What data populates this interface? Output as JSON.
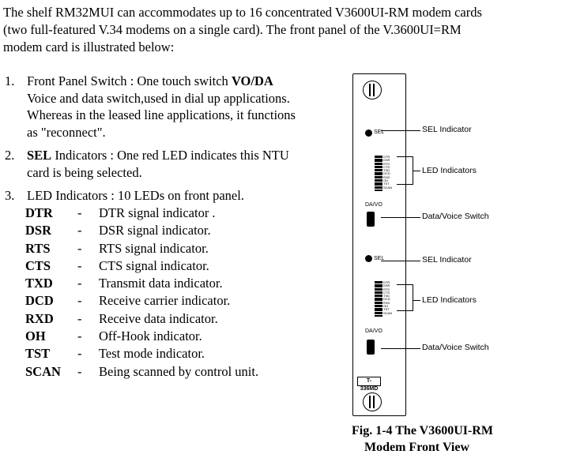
{
  "intro": [
    "The shelf RM32MUI can accommodates up to 16 concentrated V3600UI-RM modem cards",
    "(two full-featured V.34 modems on a single card). The front panel of the V.3600UI=RM",
    "modem card is illustrated below:"
  ],
  "items": {
    "one": {
      "num": "1.",
      "prefix": "Front Panel Switch : One touch switch ",
      "bold": "VO/DA",
      "line2": "Voice and data switch,used in dial up applications.",
      "line3": "Whereas in the leased line applications, it functions",
      "line4": "as \"reconnect\"."
    },
    "two": {
      "num": "2.",
      "bold": "SEL",
      "rest": " Indicators : One red LED indicates this NTU",
      "line2": "card is being selected."
    },
    "three": {
      "num": "3.",
      "text": "LED Indicators : 10 LEDs on front panel."
    }
  },
  "leds": [
    {
      "abbr": "DTR",
      "dash": "-",
      "desc": "DTR signal indicator ."
    },
    {
      "abbr": "DSR",
      "dash": "-",
      "desc": "DSR signal indicator."
    },
    {
      "abbr": "RTS",
      "dash": "-",
      "desc": "RTS signal indicator."
    },
    {
      "abbr": "CTS",
      "dash": "-",
      "desc": "CTS signal indicator."
    },
    {
      "abbr": "TXD",
      "dash": "-",
      "desc": "Transmit data indicator."
    },
    {
      "abbr": "DCD",
      "dash": "-",
      "desc": "Receive carrier indicator."
    },
    {
      "abbr": "RXD",
      "dash": "-",
      "desc": "Receive data indicator."
    },
    {
      "abbr": "OH",
      "dash": "-",
      "desc": "Off-Hook indicator."
    },
    {
      "abbr": "TST",
      "dash": "-",
      "desc": "Test mode indicator."
    },
    {
      "abbr": "SCAN",
      "dash": "-",
      "desc": "Being scanned by control unit."
    }
  ],
  "diagram": {
    "panel_sel_text": "SEL",
    "panel_switch_text": "DA/VO",
    "panel_led_text": [
      "DTR",
      "DSR",
      "RTS",
      "CTS",
      "TXD",
      "DCD",
      "RXD",
      "OH",
      "TST",
      "SCAN"
    ],
    "model_label": "T-336MD",
    "callouts": {
      "sel1": "SEL Indicator",
      "led1": "LED Indicators",
      "switch1": "Data/Voice Switch",
      "sel2": "SEL Indicator",
      "led2": "LED Indicators",
      "switch2": "Data/Voice Switch"
    }
  },
  "caption": {
    "line1": "Fig. 1-4 The V3600UI-RM",
    "line2": "Modem Front View"
  }
}
